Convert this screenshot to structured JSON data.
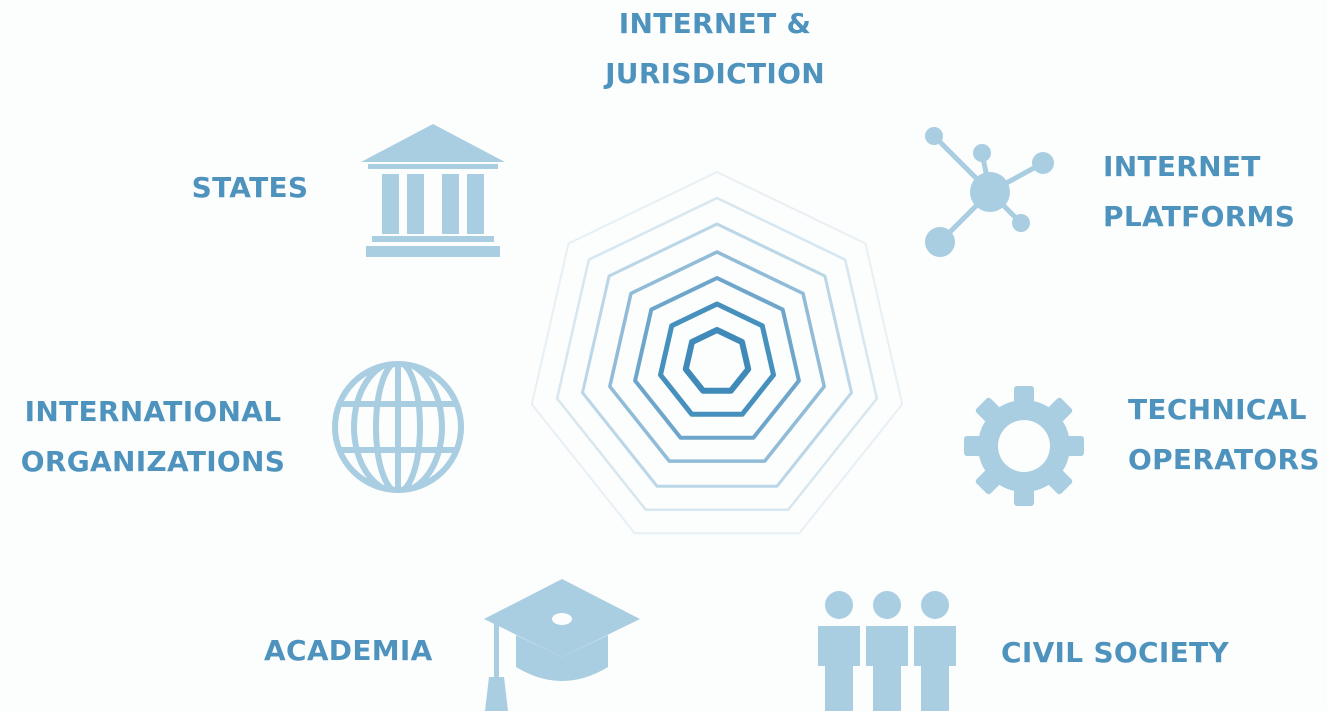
{
  "center_label": {
    "line1": "INTERNET &",
    "line2": "JURISDICTION"
  },
  "actors": {
    "states": {
      "label": "STATES",
      "icon": "government-building-icon"
    },
    "internet_platforms": {
      "line1": "INTERNET",
      "line2": "PLATFORMS",
      "icon": "network-hub-icon"
    },
    "international_organizations": {
      "line1": "INTERNATIONAL",
      "line2": "ORGANIZATIONS",
      "icon": "globe-icon"
    },
    "technical_operators": {
      "line1": "TECHNICAL",
      "line2": "OPERATORS",
      "icon": "gear-icon"
    },
    "academia": {
      "label": "ACADEMIA",
      "icon": "graduation-cap-icon"
    },
    "civil_society": {
      "label": "CIVIL SOCIETY",
      "icon": "people-group-icon"
    }
  },
  "colors": {
    "label_text": "#4e93bd",
    "icon_fill": "#a9cde1",
    "ring_strong": "#3f8ab8",
    "background": "#fcfdfd"
  }
}
